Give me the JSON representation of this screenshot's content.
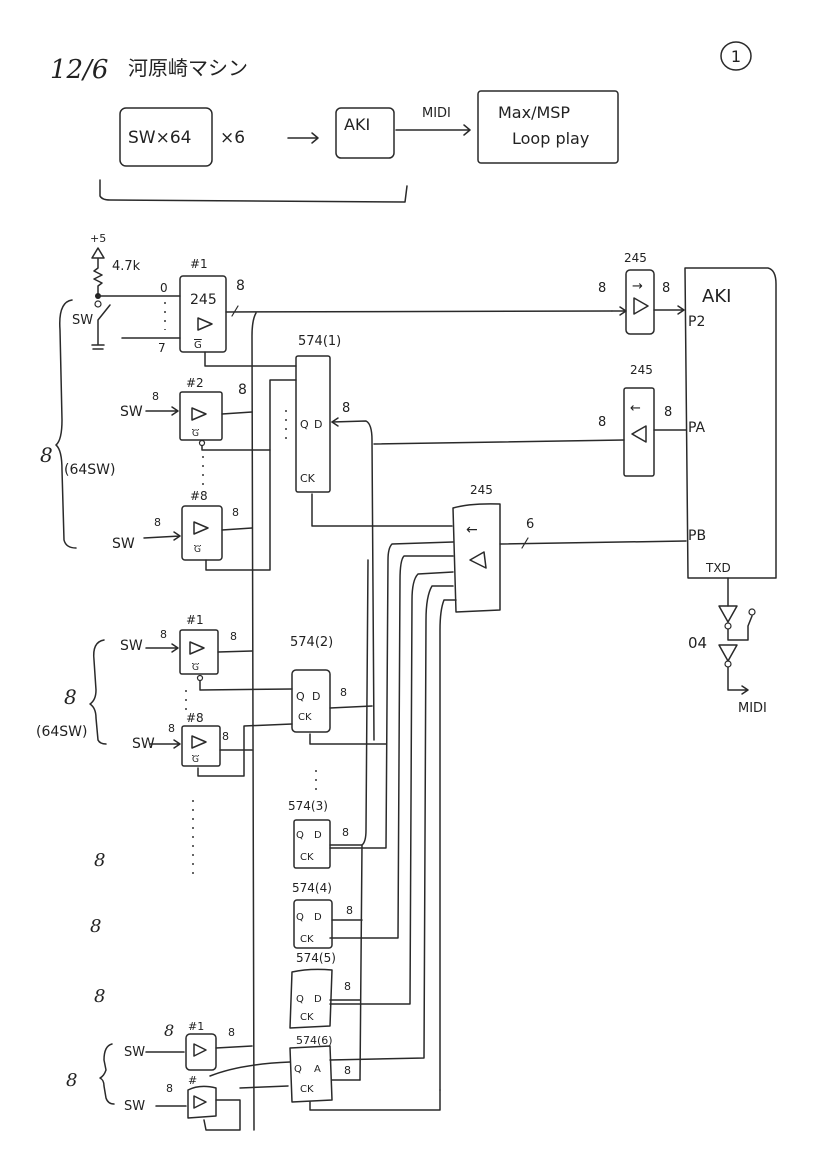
{
  "header": {
    "date": "12/6",
    "title": "河原崎マシン",
    "page_number": "1"
  },
  "block_diagram": {
    "switch_block": "SW×64",
    "multiplier": "×6",
    "mcu": "AKI",
    "link_label": "MIDI",
    "host_line1": "Max/MSP",
    "host_line2": "Loop play"
  },
  "power": {
    "supply": "+5",
    "resistor": "4.7k",
    "switch": "SW",
    "bit_first": "0",
    "bit_last": "7"
  },
  "group1": {
    "brace_count": "8",
    "brace_note": "(64SW)",
    "buffers": [
      {
        "id": "#1",
        "part": "245",
        "gate": "G",
        "bus": "8"
      },
      {
        "id": "#2",
        "input": "SW",
        "in_bus": "8",
        "gate": "G",
        "bus": "8"
      },
      {
        "id": "#8",
        "input": "SW",
        "in_bus": "8",
        "gate": "G",
        "bus": "8"
      }
    ],
    "latch": {
      "label": "574(1)",
      "q": "Q",
      "d": "D",
      "ck": "CK",
      "bus": "8"
    }
  },
  "group2": {
    "brace_count": "8",
    "brace_note": "(64SW)",
    "buffers": [
      {
        "id": "#1",
        "input": "SW",
        "in_bus": "8",
        "gate": "G",
        "bus": "8"
      },
      {
        "id": "#8",
        "input": "SW",
        "in_bus": "8",
        "gate": "G",
        "bus": "8"
      }
    ],
    "latch": {
      "label": "574(2)",
      "q": "Q",
      "d": "D",
      "ck": "CK",
      "bus": "8"
    }
  },
  "middle_groups": [
    {
      "count": "8",
      "latch": {
        "label": "574(3)",
        "q": "Q",
        "d": "D",
        "ck": "CK",
        "bus": "8"
      }
    },
    {
      "count": "8",
      "latch": {
        "label": "574(4)",
        "q": "Q",
        "d": "D",
        "ck": "CK",
        "bus": "8"
      }
    },
    {
      "count": "8",
      "latch": {
        "label": "574(5)",
        "q": "Q",
        "d": "D",
        "ck": "CK",
        "bus": "8"
      }
    }
  ],
  "group6": {
    "brace_count": "8",
    "buffers": [
      {
        "id": "#1",
        "input": "SW",
        "in_bus": "8",
        "bus": "8"
      },
      {
        "id": "#",
        "input": "SW",
        "in_bus": "8"
      }
    ],
    "latch": {
      "label": "574(6)",
      "q": "Q",
      "d": "A",
      "ck": "CK",
      "bus": "8"
    }
  },
  "aki": {
    "title": "AKI",
    "ports": {
      "p2": "P2",
      "pa": "PA",
      "pb": "PB",
      "txd": "TXD"
    }
  },
  "transceivers": {
    "to_p2": {
      "part": "245",
      "arrow": "→",
      "bus_in": "8",
      "bus_out": "8"
    },
    "to_pa": {
      "part": "245",
      "arrow": "←",
      "bus_in": "8",
      "bus_out": "8"
    },
    "to_pb": {
      "part": "245",
      "arrow": "←",
      "bus": "6"
    }
  },
  "midi_out": {
    "inverter": "04",
    "output": "MIDI"
  }
}
